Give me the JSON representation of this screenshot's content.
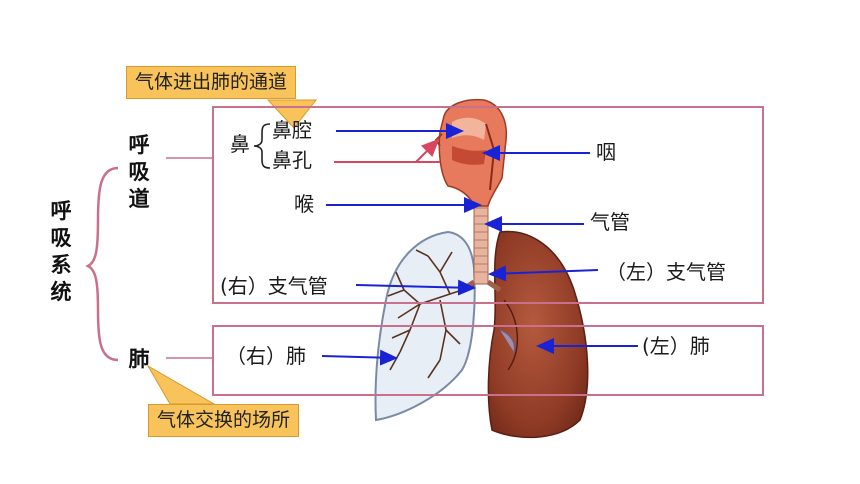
{
  "callouts": {
    "airway": "气体进出肺的通道",
    "lung": "气体交换的场所"
  },
  "system": {
    "title": "呼吸系统",
    "tract": "呼吸道",
    "lung": "肺"
  },
  "labels": {
    "nose": "鼻",
    "nasal_cavity": "鼻腔",
    "nostril": "鼻孔",
    "pharynx": "咽",
    "larynx": "喉",
    "trachea": "气管",
    "right_bronchus": "(右）支气管",
    "left_bronchus": "（左）支气管",
    "right_lung": "（右）肺",
    "left_lung": "(左）肺"
  },
  "colors": {
    "box_border": "#c9718a",
    "callout_fill": "#f8c35a",
    "pointer_line": "#1a22d6"
  }
}
